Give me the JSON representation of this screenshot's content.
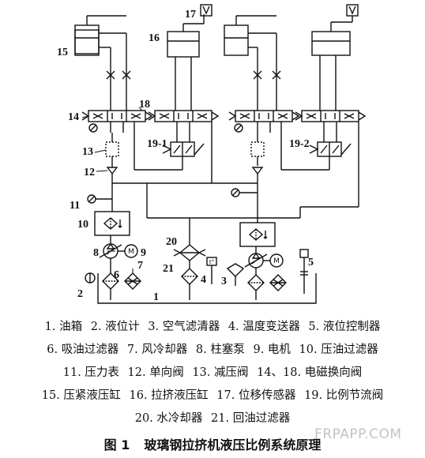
{
  "diagram": {
    "labels": [
      "15",
      "17",
      "16",
      "18",
      "14",
      "13",
      "12",
      "11",
      "10",
      "8",
      "9",
      "7",
      "6",
      "2",
      "20",
      "21",
      "4",
      "3",
      "5",
      "1",
      "19-1",
      "19-2"
    ]
  },
  "legend": {
    "rows": [
      [
        "1. 油箱",
        "2. 液位计",
        "3. 空气滤清器",
        "4. 温度变送器",
        "5. 液位控制器"
      ],
      [
        "6. 吸油过滤器",
        "7. 风冷却器",
        "8. 柱塞泵",
        "9. 电机",
        "10. 压油过滤器"
      ],
      [
        "11. 压力表",
        "12. 单向阀",
        "13. 减压阀",
        "14、18. 电磁换向阀"
      ],
      [
        "15. 压紧液压缸",
        "16. 拉挤液压缸",
        "17. 位移传感器",
        "19. 比例节流阀"
      ],
      [
        "20. 水冷却器",
        "21. 回油过滤器"
      ]
    ]
  },
  "caption": {
    "lead": "图 1",
    "title": "玻璃钢拉挤机液压比例系统原理"
  },
  "watermark": "FRPAPP.COM"
}
